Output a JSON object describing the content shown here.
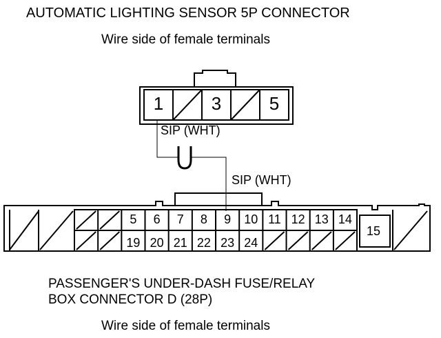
{
  "connector_top": {
    "title": "AUTOMATIC LIGHTING SENSOR 5P CONNECTOR",
    "subtitle": "Wire side of female terminals",
    "cells": [
      "1",
      "",
      "3",
      "",
      "5"
    ],
    "wire_label": "SIP (WHT)"
  },
  "wire_label_lower": "SIP (WHT)",
  "connector_bottom": {
    "title_line1": "PASSENGER'S UNDER-DASH FUSE/RELAY",
    "title_line2": "BOX CONNECTOR D (28P)",
    "subtitle": "Wire side of female terminals",
    "row1": [
      "",
      "",
      "5",
      "6",
      "7",
      "8",
      "9",
      "10",
      "11",
      "12",
      "13",
      "14"
    ],
    "row2": [
      "",
      "",
      "19",
      "20",
      "21",
      "22",
      "23",
      "24",
      "",
      "",
      "",
      ""
    ],
    "side_cell": "15"
  },
  "colors": {
    "line": "#000000",
    "background": "#ffffff"
  }
}
